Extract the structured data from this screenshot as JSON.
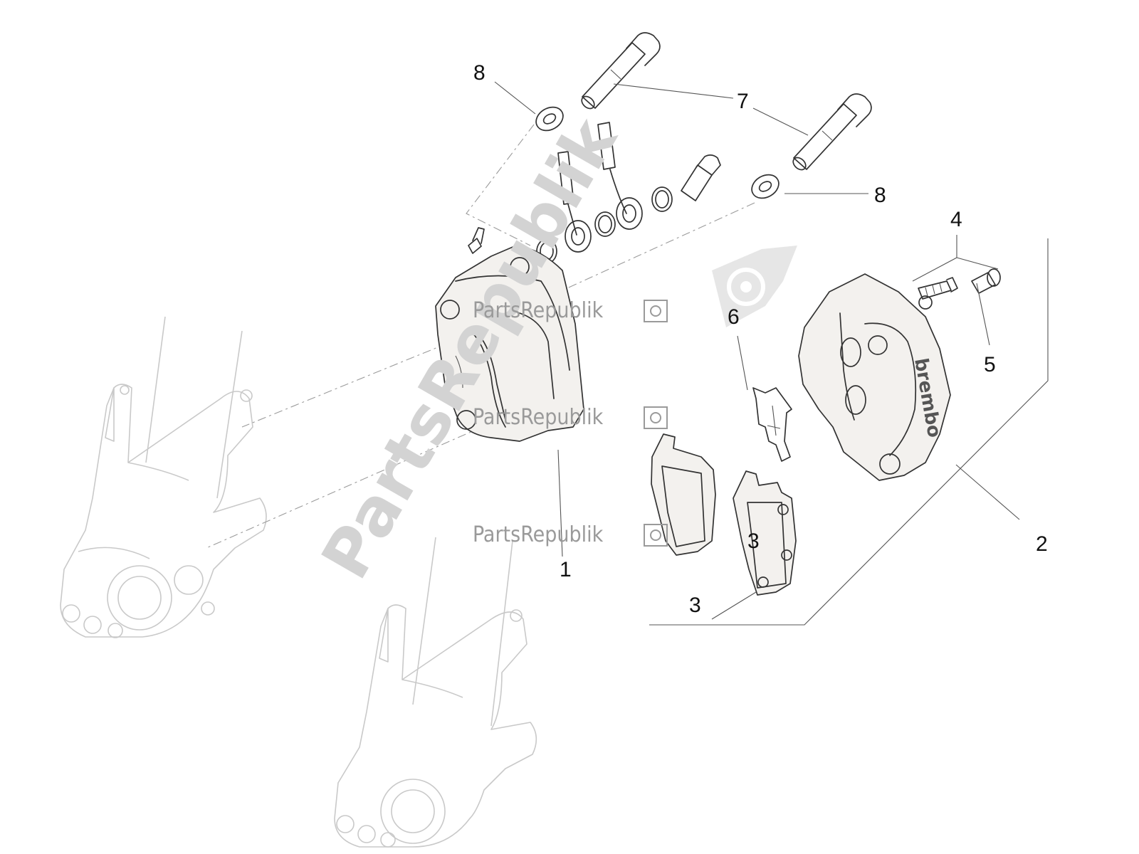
{
  "callouts": {
    "c1": "1",
    "c2": "2",
    "c3a": "3",
    "c3b": "3",
    "c4": "4",
    "c5": "5",
    "c6": "6",
    "c7": "7",
    "c8a": "8",
    "c8b": "8"
  },
  "caliper_brand": "brembo",
  "watermark": {
    "small_1": "PartsRepublik",
    "small_2": "PartsRepublik",
    "small_3": "PartsRepublik",
    "large": "PartsRepublik",
    "logo_icon": "gear-flag-icon"
  },
  "colors": {
    "line": "#333333",
    "fork": "#c9c9c9",
    "watermark_text": "#9a9a9a",
    "watermark_large": "#d3d3d3"
  }
}
